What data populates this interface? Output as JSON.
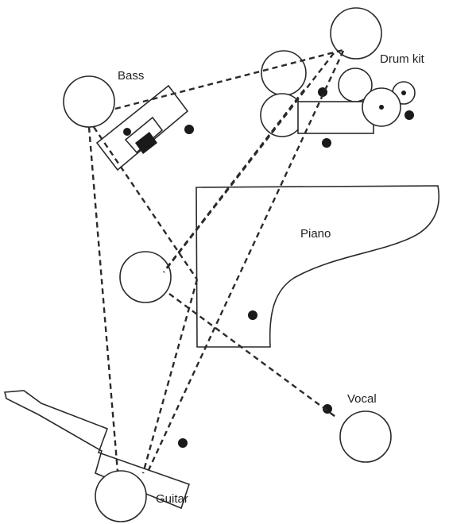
{
  "labels": {
    "bass": "Bass",
    "drum_kit": "Drum kit",
    "piano": "Piano",
    "vocal": "Vocal",
    "guitar": "Guitar"
  }
}
